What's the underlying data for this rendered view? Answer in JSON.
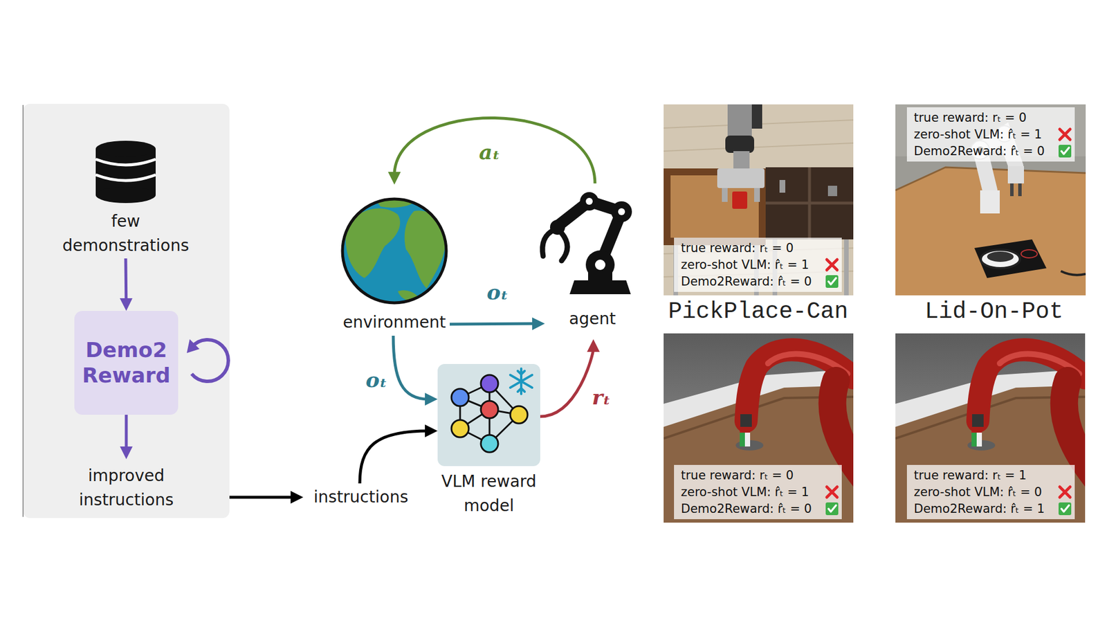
{
  "diagram": {
    "nodes": [
      {
        "text": [
          "few demonstrations"
        ]
      },
      {
        "text": [
          "Demo2 Reward"
        ]
      },
      {
        "text": [
          "improved instructions"
        ]
      },
      {
        "text": [
          "instructions"
        ]
      },
      {
        "text": [
          "environment"
        ]
      },
      {
        "text": [
          "agent"
        ]
      },
      {
        "text": [
          "VLM reward model"
        ]
      },
      {
        "text": [
          "true reward: rₜ = 0",
          "zero-shot VLM: r̂ₜ = 1",
          "Demo2Reward: r̂ₜ = 0"
        ]
      },
      {
        "text": [
          "true reward: rₜ = 0",
          "zero-shot VLM: r̂ₜ = 1",
          "Demo2Reward: r̂ₜ = 0"
        ]
      },
      {
        "text": [
          "true reward: rₜ = 0",
          "zero-shot VLM: r̂ₜ = 1",
          "Demo2Reward: r̂ₜ = 0"
        ]
      },
      {
        "text": [
          "true reward: rₜ = 1",
          "zero-shot VLM: r̂ₜ = 0",
          "Demo2Reward: r̂ₜ = 1"
        ]
      }
    ],
    "edges": [
      {
        "from": 0,
        "to": 1,
        "arrow": "to"
      },
      {
        "from": 1,
        "to": 2,
        "arrow": "to"
      },
      {
        "from": 2,
        "to": 3,
        "arrow": "to"
      },
      {
        "from": 3,
        "to": 6,
        "arrow": "to"
      },
      {
        "from": 5,
        "to": 4,
        "label": "aₜ",
        "arrow": "to"
      },
      {
        "from": 4,
        "to": 5,
        "label": "oₜ",
        "arrow": "to"
      },
      {
        "from": 4,
        "to": 6,
        "label": "oₜ",
        "arrow": "to"
      },
      {
        "from": 6,
        "to": 5,
        "label": "rₜ",
        "arrow": "to"
      }
    ],
    "labels": [
      "PickPlace-Can",
      "Lid-On-Pot"
    ]
  }
}
